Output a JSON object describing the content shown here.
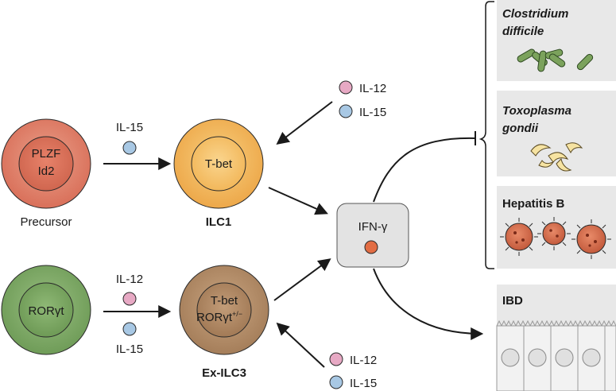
{
  "cells": {
    "precursor": {
      "inner_line1": "PLZF",
      "inner_line2": "Id2",
      "label": "Precursor"
    },
    "ilc1": {
      "inner": "T-bet",
      "label": "ILC1"
    },
    "rorgt": {
      "inner": "RORγt"
    },
    "exilc3": {
      "inner_line1": "T-bet",
      "inner_line2": "RORγt",
      "inner_sup": "+/−",
      "label": "Ex-ILC3"
    }
  },
  "cytokines": {
    "precursor_to_ilc1": {
      "il15": "IL-15"
    },
    "ilc3_to_exilc3": {
      "il12": "IL-12",
      "il15": "IL-15"
    },
    "into_ilc1": {
      "il12": "IL-12",
      "il15": "IL-15"
    },
    "into_exilc3": {
      "il12": "IL-12",
      "il15": "IL-15"
    }
  },
  "ifng": {
    "label": "IFN-γ"
  },
  "pathogens": [
    {
      "line1": "Clostridium",
      "line2": "difficile"
    },
    {
      "line1": "Toxoplasma",
      "line2": "gondii"
    },
    {
      "line1": "Hepatitis B",
      "line2": ""
    }
  ],
  "ibd": {
    "label": "IBD"
  },
  "colors": {
    "il12_dot": "#e7a9c4",
    "il15_dot": "#a8c8e4",
    "ifng_dot": "#e26d44",
    "precursor_outer": "#e0836a",
    "ilc1_outer": "#f4ba5c",
    "rorgt_outer": "#7eaa66",
    "exilc3_outer": "#b8906a",
    "panel_bg": "#e8e8e8"
  }
}
